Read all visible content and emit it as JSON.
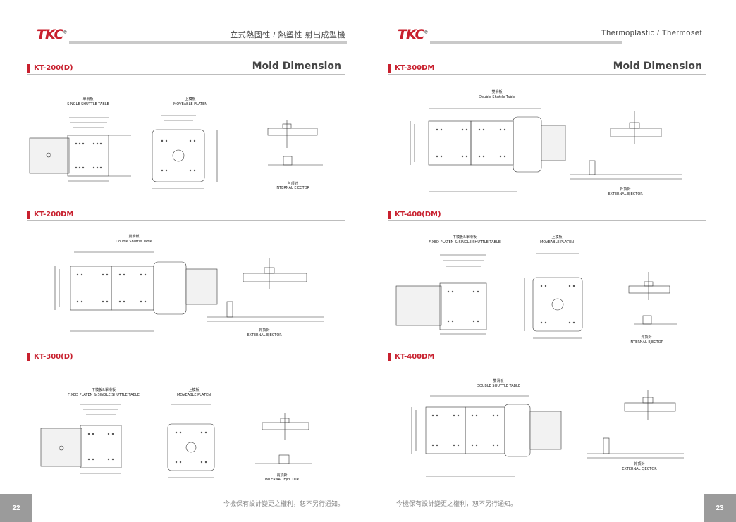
{
  "pages": [
    {
      "logo": "TKC",
      "header_title": "立式熱固性 / 熱塑性 射出成型機",
      "page_number": "22",
      "footer_note": "今機保有設計變更之權利，恕不另行通知。",
      "sections": [
        {
          "label": "KT-200(D)",
          "title": "Mold Dimension",
          "captions": [
            "單滑板",
            "SINGLE SHUTTLE TABLE",
            "上模板",
            "MOVEABLE PLATEN",
            "內頂針",
            "INTERNAL EJECTOR"
          ]
        },
        {
          "label": "KT-200DM",
          "captions": [
            "雙滑板",
            "Double Shuttle Table",
            "外頂針",
            "EXTERNAL EJECTOR"
          ]
        },
        {
          "label": "KT-300(D)",
          "captions": [
            "下模板&單滑板",
            "FIXED PLATEN & SINGLE SHUTTLE TABLE",
            "上模板",
            "MOVEABLE PLATEN",
            "內頂針",
            "INTERNAL EJECTOR"
          ]
        }
      ]
    },
    {
      "logo": "TKC",
      "header_title": "Thermoplastic / Thermoset",
      "page_number": "23",
      "footer_note": "今機保有設計變更之權利，恕不另行通知。",
      "sections": [
        {
          "label": "KT-300DM",
          "title": "Mold Dimension",
          "captions": [
            "雙滑板",
            "Double Shuttle Table",
            "外頂針",
            "EXTERNAL EJECTOR"
          ]
        },
        {
          "label": "KT-400(DM)",
          "captions": [
            "下模板&單滑板",
            "FIXED PLATEN & SINGLE SHUTTLE TABLE",
            "上模板",
            "MOVEABLE PLATEN",
            "外頂針",
            "INTERNAL EJECTOR"
          ]
        },
        {
          "label": "KT-400DM",
          "captions": [
            "雙滑板",
            "DOUBLE SHUTTLE TABLE",
            "外頂針",
            "EXTERNAL EJECTOR"
          ]
        }
      ]
    }
  ],
  "colors": {
    "accent": "#c8202e",
    "header_bar": "#c9c9c9",
    "page_tab": "#9b9b9b"
  }
}
